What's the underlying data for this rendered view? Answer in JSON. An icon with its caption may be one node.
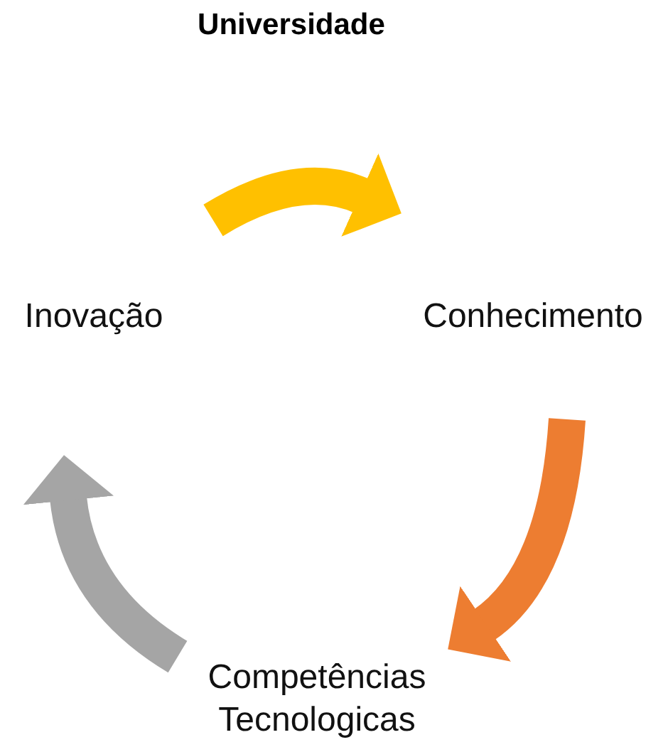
{
  "diagram": {
    "title": "Universidade",
    "nodes": [
      {
        "text": [
          "Inovação"
        ]
      },
      {
        "text": [
          "Conhecimento"
        ]
      },
      {
        "text": [
          "Competências Tecnologicas"
        ]
      }
    ],
    "edges": [
      {
        "from": 0,
        "to": 1,
        "arrow": "to",
        "color": "#ffc000"
      },
      {
        "from": 1,
        "to": 2,
        "arrow": "to",
        "color": "#ed7d31"
      },
      {
        "from": 2,
        "to": 0,
        "arrow": "to",
        "color": "#a5a5a5"
      }
    ]
  }
}
